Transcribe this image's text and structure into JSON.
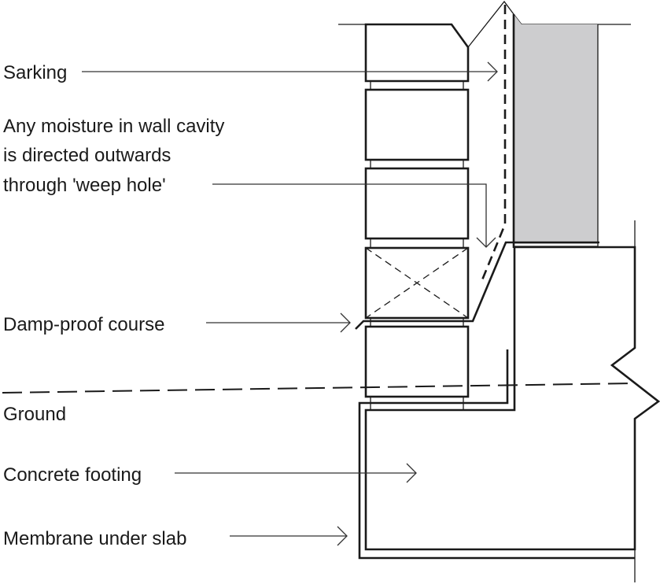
{
  "labels": {
    "sarking": "Sarking",
    "moisture": [
      "Any moisture in wall cavity",
      "is directed outwards",
      "through 'weep hole'"
    ],
    "dpc": "Damp-proof course",
    "ground": "Ground",
    "footing": "Concrete footing",
    "membrane": "Membrane under slab"
  },
  "colors": {
    "material_fill": "#cdcdcf",
    "line": "#1a1a1a"
  }
}
